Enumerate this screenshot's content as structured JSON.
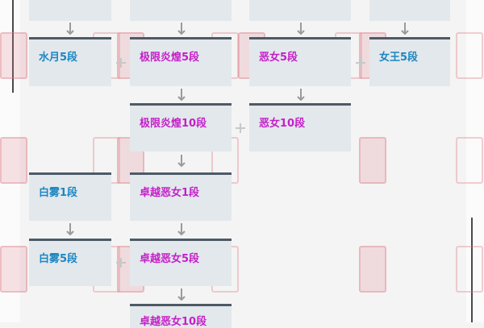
{
  "colors": {
    "background": "#f4f4f4",
    "box_fill": "#e3e8ec",
    "box_border": "#4d5a66",
    "label_blue": "#1b86c2",
    "label_magenta": "#c41fc8",
    "arrow": "#9a9a9a"
  },
  "diagram": {
    "row1": [
      {
        "label": "水月5段",
        "color": "blue"
      },
      {
        "label": "极限炎煌5段",
        "color": "magenta"
      },
      {
        "label": "恶女5段",
        "color": "magenta"
      },
      {
        "label": "女王5段",
        "color": "blue"
      }
    ],
    "row2": [
      {
        "label": "极限炎煌10段",
        "color": "magenta"
      },
      {
        "label": "恶女10段",
        "color": "magenta"
      }
    ],
    "row3": [
      {
        "label": "白雾1段",
        "color": "blue"
      },
      {
        "label": "卓越恶女1段",
        "color": "magenta"
      }
    ],
    "row4": [
      {
        "label": "白雾5段",
        "color": "blue"
      },
      {
        "label": "卓越恶女5段",
        "color": "magenta"
      }
    ],
    "row5": [
      {
        "label": "卓越恶女10段",
        "color": "magenta"
      }
    ],
    "operators": {
      "plus": "+",
      "arrow": "down-arrow"
    }
  }
}
